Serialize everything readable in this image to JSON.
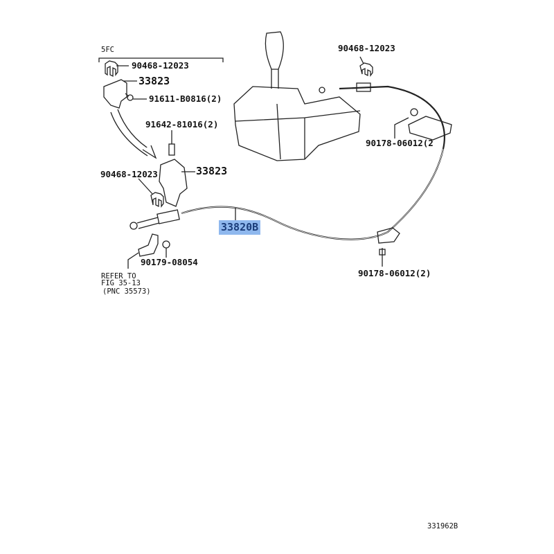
{
  "diagram": {
    "variant_label": "5FC",
    "parts": [
      {
        "id": "clip_top_left",
        "number": "90468-12023"
      },
      {
        "id": "bracket_top_left",
        "number": "33823"
      },
      {
        "id": "bolt_top_left",
        "number": "91611-B0816(2)"
      },
      {
        "id": "bolt_mid",
        "number": "91642-81016(2)"
      },
      {
        "id": "clip_mid_left",
        "number": "90468-12023"
      },
      {
        "id": "bracket_mid",
        "number": "33823"
      },
      {
        "id": "cable",
        "number": "33820B",
        "highlighted": true
      },
      {
        "id": "nut_left",
        "number": "90179-08054"
      },
      {
        "id": "clip_top_right",
        "number": "90468-12023"
      },
      {
        "id": "nut_right_upper",
        "number": "90178-06012(2"
      },
      {
        "id": "nut_right_lower",
        "number": "90178-06012(2)"
      }
    ],
    "reference": {
      "line1": "REFER TO",
      "line2": "FIG 35-13",
      "line3": "(PNC 35573)"
    },
    "figure_id": "331962B",
    "highlight_color": "#8fb8ee"
  }
}
